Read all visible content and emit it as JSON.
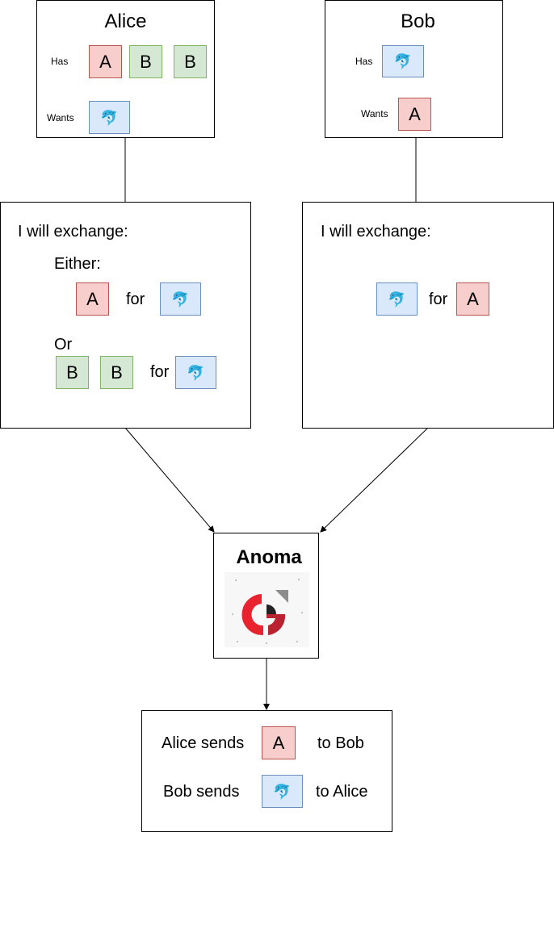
{
  "alice_box": {
    "name": "Alice",
    "has_label": "Has",
    "wants_label": "Wants",
    "has_tokens": [
      "A",
      "B",
      "B"
    ]
  },
  "bob_box": {
    "name": "Bob",
    "has_label": "Has",
    "wants_label": "Wants",
    "wants_token": "A"
  },
  "alice_intent": {
    "heading": "I will exchange:",
    "either_label": "Either:",
    "or_label": "Or",
    "for_label": "for",
    "option1_token": "A",
    "option2_tokens": [
      "B",
      "B"
    ]
  },
  "bob_intent": {
    "heading": "I will exchange:",
    "for_label": "for",
    "token": "A"
  },
  "anoma_box": {
    "title": "Anoma",
    "logo_icon": "anoma-logo",
    "logo_colors": {
      "red": "#e8232f",
      "dark_red": "#b8232f",
      "black": "#222222",
      "gray": "#8c8c8c"
    }
  },
  "result_box": {
    "line1_prefix": "Alice sends",
    "line1_token": "A",
    "line1_suffix": "to Bob",
    "line2_prefix": "Bob sends",
    "line2_suffix": "to Alice"
  },
  "icons": {
    "dolphin_token": "dolphin-icon",
    "dolphin_glyph": "🐬"
  },
  "colors": {
    "token_a_fill": "#f8cecc",
    "token_a_stroke": "#b85450",
    "token_b_fill": "#d5e8d4",
    "token_b_stroke": "#82b366",
    "token_d_fill": "#dae8fc",
    "token_d_stroke": "#6c8ebf"
  }
}
